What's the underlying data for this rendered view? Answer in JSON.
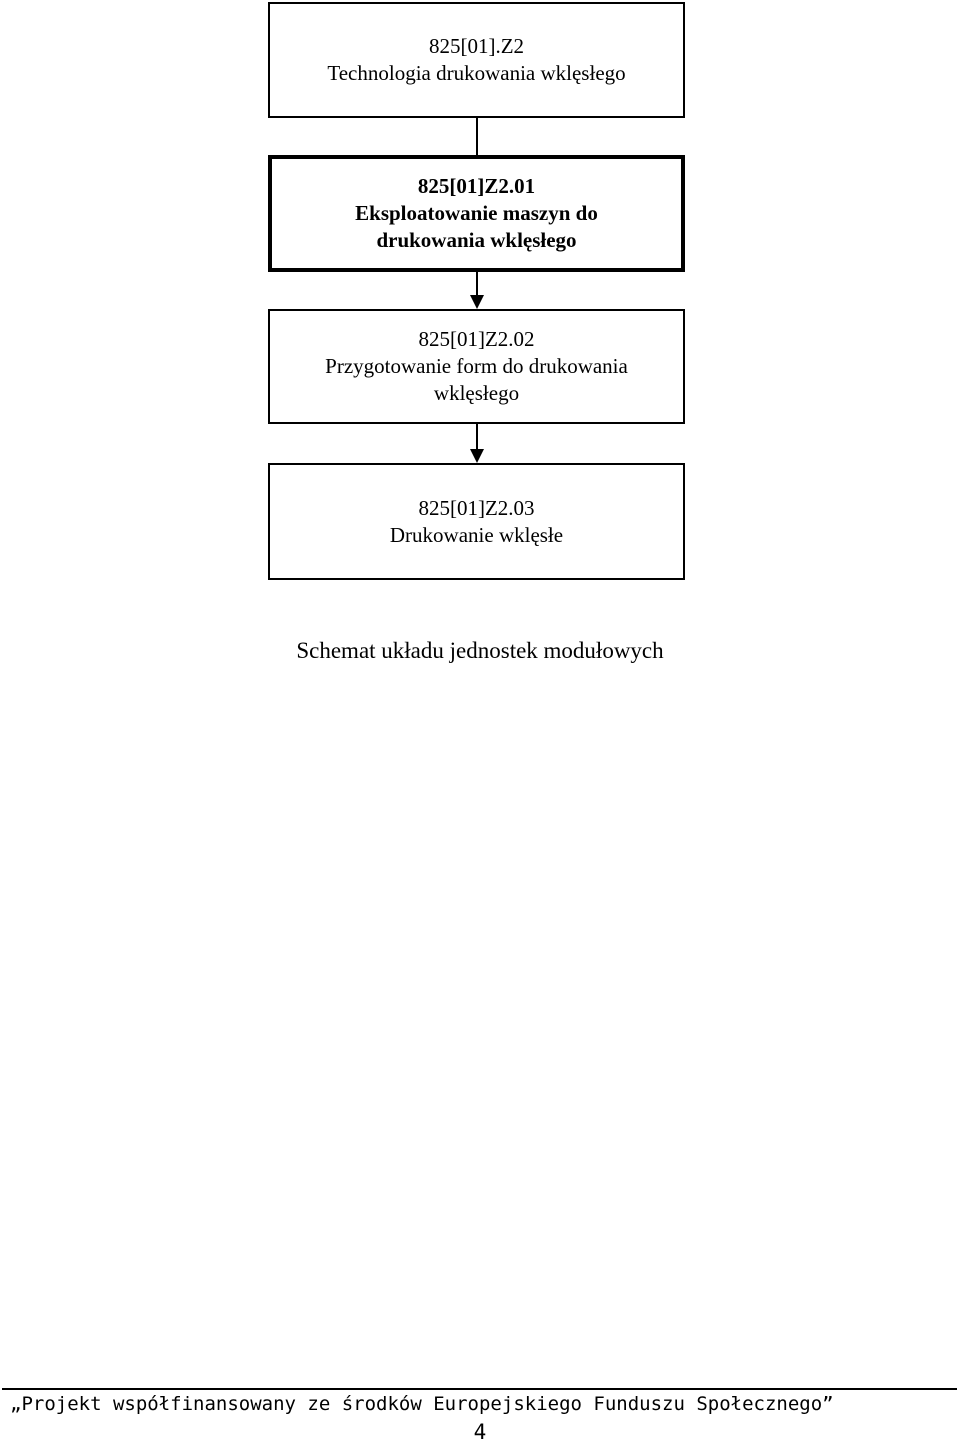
{
  "diagram": {
    "root": {
      "code": "825[01].Z2",
      "title": "Technologia drukowania wklęsłego"
    },
    "units": [
      {
        "code": "825[01]Z2.01",
        "title_line1": "Eksploatowanie maszyn do",
        "title_line2": "drukowania wklęsłego"
      },
      {
        "code": "825[01]Z2.02",
        "title_line1": "Przygotowanie form do drukowania",
        "title_line2": "wklęsłego"
      },
      {
        "code": "825[01]Z2.03",
        "title_line1": "Drukowanie wklęsłe"
      }
    ],
    "caption": "Schemat układu jednostek modułowych"
  },
  "footer": {
    "note": "„Projekt współfinansowany ze środków Europejskiego Funduszu Społecznego”",
    "page_number": "4"
  }
}
